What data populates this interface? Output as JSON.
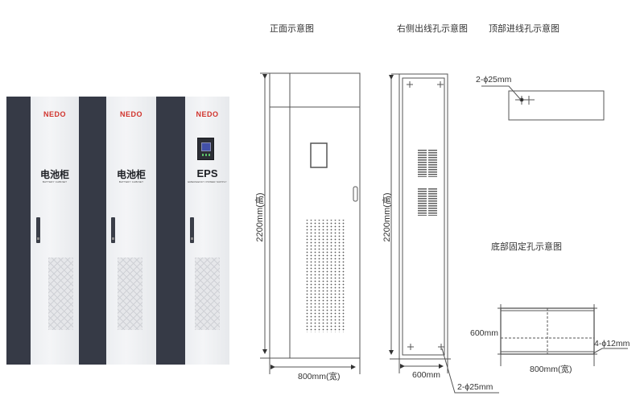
{
  "photo": {
    "cabinets": [
      {
        "brand": "NEDO",
        "title": "电池柜",
        "subtitle": "BATTERY CABINET",
        "has_screen": false
      },
      {
        "brand": "NEDO",
        "title": "电池柜",
        "subtitle": "BATTERY CABINET",
        "has_screen": false
      },
      {
        "brand": "NEDO",
        "title": "EPS",
        "subtitle": "EMERGENCY POWER SUPPLY",
        "has_screen": true
      }
    ],
    "colors": {
      "side_panel": "#363a46",
      "door": "#eeeff2",
      "brand": "#d1332c"
    }
  },
  "front_view": {
    "caption": "正面示意图",
    "height_label": "2200mm(高)",
    "width_label": "800mm(宽)"
  },
  "side_view": {
    "caption": "右侧出线孔示意图",
    "height_label": "2200mm(高)",
    "depth_label": "600mm",
    "hole_label": "2-ϕ25mm"
  },
  "top_view": {
    "caption": "顶部进线孔示意图",
    "hole_label": "2-ϕ25mm"
  },
  "bottom_view": {
    "caption": "底部固定孔示意图",
    "depth_label": "600mm",
    "width_label": "800mm(宽)",
    "hole_label": "4-ϕ12mm"
  }
}
